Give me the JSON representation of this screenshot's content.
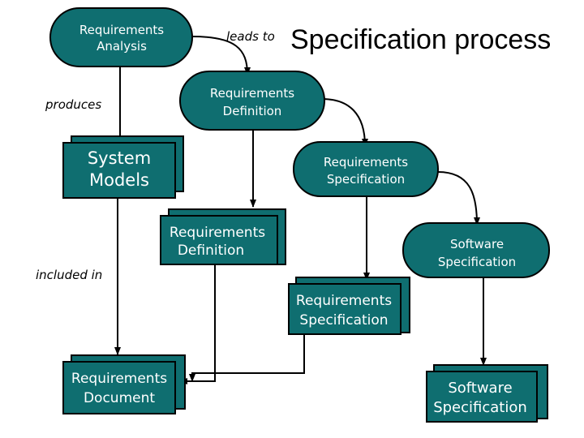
{
  "title": "Specification process",
  "colors": {
    "fill": "#0f6e70",
    "stroke": "#000000",
    "text": "#ffffff",
    "background": "#ffffff"
  },
  "processes": {
    "requirements_analysis": [
      "Requirements",
      "Analysis"
    ],
    "requirements_definition": [
      "Requirements",
      "Definition"
    ],
    "requirements_specification": [
      "Requirements",
      "Specification"
    ],
    "software_specification": [
      "Software",
      "Specification"
    ]
  },
  "documents": {
    "system_models": [
      "System",
      "Models"
    ],
    "requirements_definition": [
      "Requirements",
      "Definition"
    ],
    "requirements_specification": [
      "Requirements",
      "Specification"
    ],
    "requirements_document": [
      "Requirements",
      "Document"
    ],
    "software_specification": [
      "Software",
      "Specification"
    ]
  },
  "notes": {
    "leads_to": "leads to",
    "produces": "produces",
    "included_in": "included in"
  }
}
